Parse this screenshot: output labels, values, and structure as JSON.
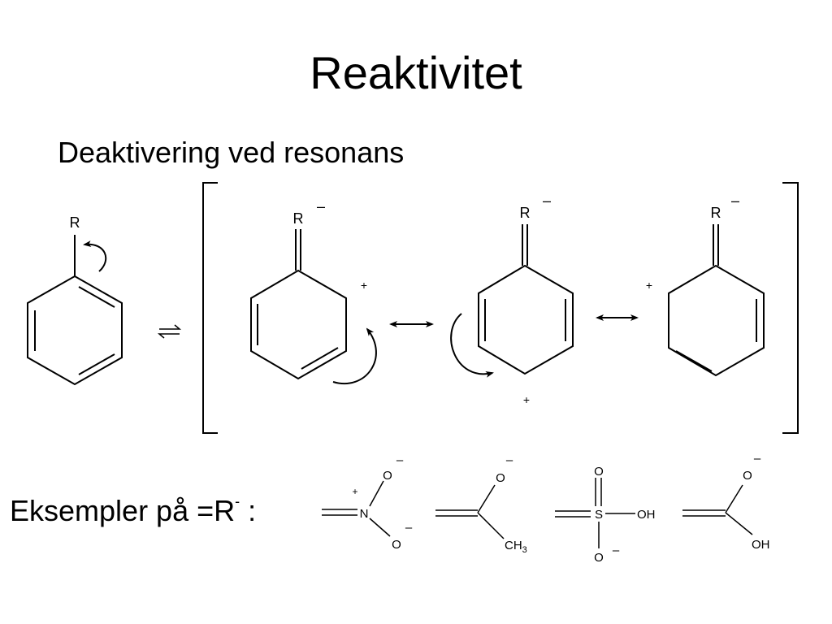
{
  "slide": {
    "title": "Reaktivitet",
    "subtitle": "Deaktivering ved resonans",
    "examples_label": {
      "prefix": "Eksempler på =R",
      "superscript": "-",
      "suffix": " :"
    }
  },
  "diagram": {
    "substituent_label": "R",
    "minus_sign": "–",
    "plus_sign": "+",
    "structures": [
      "benzene-R",
      "resonance-ortho",
      "resonance-para",
      "resonance-ortho-2"
    ],
    "examples": [
      {
        "name": "nitro",
        "atoms": [
          "N",
          "O",
          "O"
        ],
        "charges": [
          "+",
          "–",
          "–"
        ]
      },
      {
        "name": "acetyl",
        "atoms": [
          "O",
          "CH",
          "3"
        ],
        "charges": [
          "–"
        ]
      },
      {
        "name": "sulfonic-acid",
        "atoms": [
          "S",
          "O",
          "OH",
          "O"
        ],
        "charges": [
          "–"
        ]
      },
      {
        "name": "carboxylic-acid",
        "atoms": [
          "O",
          "OH"
        ],
        "charges": [
          "–"
        ]
      }
    ]
  }
}
